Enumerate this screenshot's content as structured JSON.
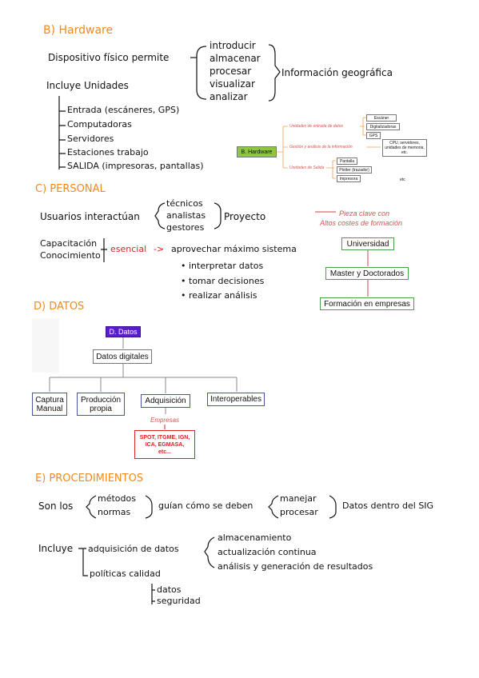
{
  "hardware": {
    "heading": "B) Hardware",
    "line1": "Dispositivo físico permite",
    "verbs": [
      "introducir",
      "almacenar",
      "procesar",
      "visualizar",
      "analizar"
    ],
    "target": "Información geográfica",
    "includes": "Incluye Unidades",
    "units": [
      "Entrada (escáneres, GPS)",
      "Computadoras",
      "Servidores",
      "Estaciones trabajo",
      "SALIDA (impresoras, pantallas)"
    ],
    "diagram": {
      "root": "B. Hardware",
      "branch1": "Unidades de entrada de datos",
      "branch1_items": [
        "Escáner",
        "Digitalizadoras",
        "GPS"
      ],
      "branch2": "Gestión y análisis de la información",
      "branch2_item": "CPU, servidores, unidades de memoria, etc.",
      "branch3": "Unidades de Salida",
      "branch3_items": [
        "Pantalla",
        "Plotter (trazador)",
        "Impresora"
      ],
      "etc": "etc"
    }
  },
  "personal": {
    "heading": "C) PERSONAL",
    "users": "Usuarios interactúan",
    "roles": [
      "técnicos",
      "analistas",
      "gestores"
    ],
    "project": "Proyecto",
    "cap1": "Capacitación",
    "cap2": "Conocimiento",
    "essential": "esencial",
    "arrow": "->",
    "benefit": "aprovechar máximo sistema",
    "bullets": [
      "interpretar datos",
      "tomar decisiones",
      "realizar análisis"
    ],
    "diagram": {
      "key1": "Pieza clave con",
      "key2": "Altos costes de formación",
      "steps": [
        "Universidad",
        "Master y Doctorados",
        "Formación en empresas"
      ]
    }
  },
  "datos": {
    "heading": "D) DATOS",
    "root": "D. Datos",
    "digital": "Datos digitales",
    "types": [
      "Captura Manual",
      "Producción propia",
      "Adquisición",
      "Interoperables"
    ],
    "empresas": "Empresas",
    "companies": "SPOT, ITGME, IGN, ICA, EGMASA, etc..."
  },
  "procedimientos": {
    "heading": "E) PROCEDIMIENTOS",
    "son": "Son los",
    "pair1": [
      "métodos",
      "normas"
    ],
    "guide": "guían cómo se deben",
    "pair2": [
      "manejar",
      "procesar"
    ],
    "dest": "Datos dentro del SIG",
    "incluye": "Incluye",
    "adq": "adquisición de datos",
    "steps": [
      "almacenamiento",
      "actualización continua",
      "análisis y generación de resultados"
    ],
    "politicas": "políticas calidad",
    "pol_items": [
      "datos",
      "seguridad"
    ]
  },
  "colors": {
    "heading": "#f08a1c",
    "accent_red": "#d22222",
    "hardware_green": "#8dc63f",
    "datos_purple": "#5a1ccf"
  }
}
